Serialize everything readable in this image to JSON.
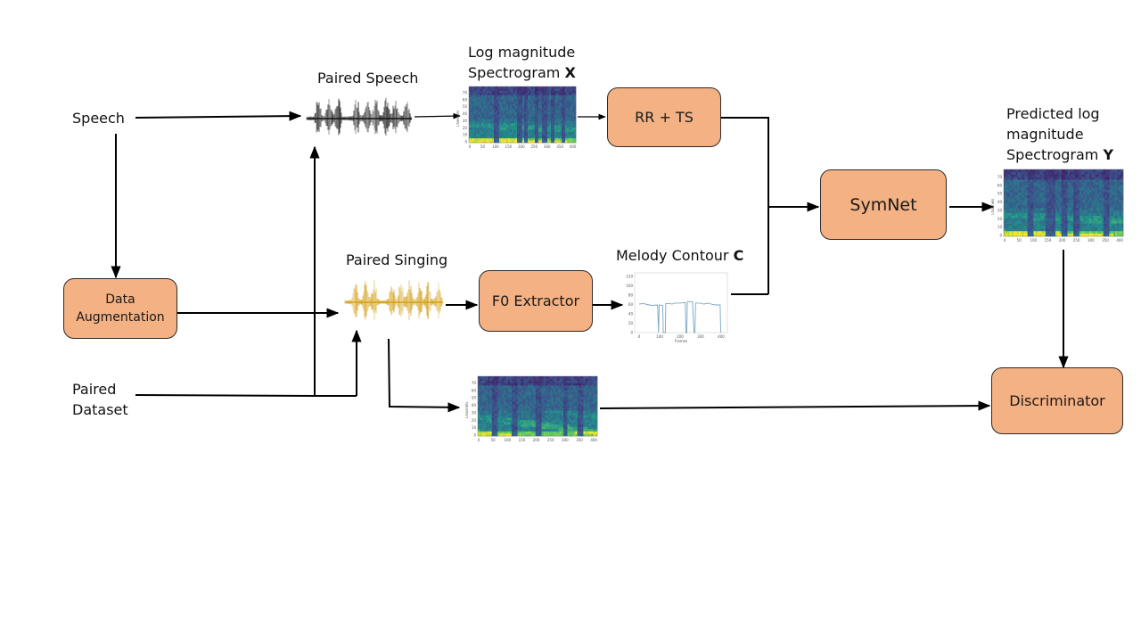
{
  "diagram": {
    "inputs": {
      "speech": "Speech",
      "paired_dataset_line1": "Paired",
      "paired_dataset_line2": "Dataset"
    },
    "blocks": {
      "data_augmentation_line1": "Data",
      "data_augmentation_line2": "Augmentation",
      "rr_ts": "RR + TS",
      "f0_extractor": "F0 Extractor",
      "symnet": "SymNet",
      "discriminator": "Discriminator"
    },
    "waveforms": {
      "paired_speech": "Paired Speech",
      "paired_singing": "Paired Singing"
    },
    "spectrograms": {
      "input_title_line1": "Log magnitude",
      "input_title_line2": "Spectrogram ",
      "input_symbol": "X",
      "output_title_line1": "Predicted log",
      "output_title_line2": "magnitude",
      "output_title_line3": "Spectrogram ",
      "output_symbol": "Y",
      "y_axis_label": "Channels",
      "y_ticks": [
        "0",
        "10",
        "20",
        "30",
        "40",
        "50",
        "60",
        "70"
      ],
      "x_ticks": [
        "0",
        "50",
        "100",
        "150",
        "200",
        "250",
        "300",
        "350",
        "400"
      ]
    },
    "melody": {
      "title": "Melody Contour ",
      "symbol": "C",
      "x_axis_label": "Frames",
      "y_ticks": [
        "0",
        "20",
        "40",
        "60",
        "80",
        "100",
        "120"
      ],
      "x_ticks": [
        "0",
        "100",
        "200",
        "300",
        "400"
      ],
      "line_color": "#7aa6c2"
    },
    "colors": {
      "block_fill": "#f4b183",
      "speech_wave": "#111111",
      "singing_wave": "#d4a017",
      "arrow": "#000000"
    }
  }
}
